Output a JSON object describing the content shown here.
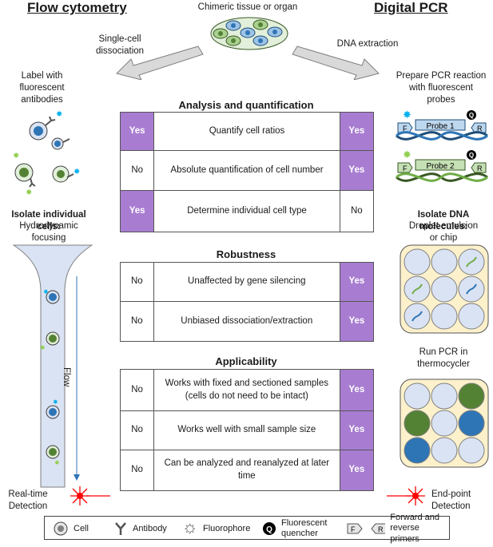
{
  "header": {
    "left_title": "Flow cytometry",
    "center_title": "Chimeric tissue or organ",
    "right_title": "Digital PCR",
    "left_arrow_label": "Single-cell\ndissociation",
    "right_arrow_label": "DNA extraction"
  },
  "flow": {
    "label_step": "Label with\nfluorescent\nantibodies",
    "isolate_title": "Isolate individual cells:",
    "isolate_sub": "Hydrodynamic\nfocusing",
    "flow_label": "Flow",
    "detection": "Real-time\nDetection"
  },
  "pcr": {
    "prepare_step": "Prepare PCR reaction\nwith fluorescent\nprobes",
    "probe1": "Probe 1",
    "probe2": "Probe 2",
    "primer_f": "F",
    "primer_r": "R",
    "quencher": "Q",
    "isolate_title": "Isolate DNA molecules:",
    "isolate_sub": "Droplet emulsion\nor chip",
    "run_step": "Run PCR in\nthermocycler",
    "detection": "End-point\nDetection"
  },
  "sections": [
    {
      "title": "Analysis and quantification",
      "rows": [
        {
          "left": "Yes",
          "text": "Quantify cell ratios",
          "right": "Yes"
        },
        {
          "left": "No",
          "text": "Absolute quantification of cell number",
          "right": "Yes"
        },
        {
          "left": "Yes",
          "text": "Determine individual cell type",
          "right": "No"
        }
      ]
    },
    {
      "title": "Robustness",
      "rows": [
        {
          "left": "No",
          "text": "Unaffected by gene silencing",
          "right": "Yes"
        },
        {
          "left": "No",
          "text": "Unbiased dissociation/extraction",
          "right": "Yes"
        }
      ]
    },
    {
      "title": "Applicability",
      "rows": [
        {
          "left": "No",
          "text": "Works with fixed and sectioned samples\n(cells do not need to be intact)",
          "right": "Yes"
        },
        {
          "left": "No",
          "text": "Works well with small sample size",
          "right": "Yes"
        },
        {
          "left": "No",
          "text": "Can be analyzed and reanalyzed at later\ntime",
          "right": "Yes"
        }
      ]
    }
  ],
  "legend": {
    "cell": "Cell",
    "antibody": "Antibody",
    "fluorophore": "Fluorophore",
    "quencher": "Fluorescent\nquencher",
    "quencher_symbol": "Q",
    "primers": "Forward and\nreverse primers",
    "primer_f": "F",
    "primer_r": "R"
  },
  "colors": {
    "yes_fill": "#a87dd1",
    "cell_blue": "#2e75b6",
    "cell_green": "#548235",
    "panel_fill": "#fdf1cc",
    "droplet": "#dae3f3",
    "laser_red": "#ff0000"
  }
}
